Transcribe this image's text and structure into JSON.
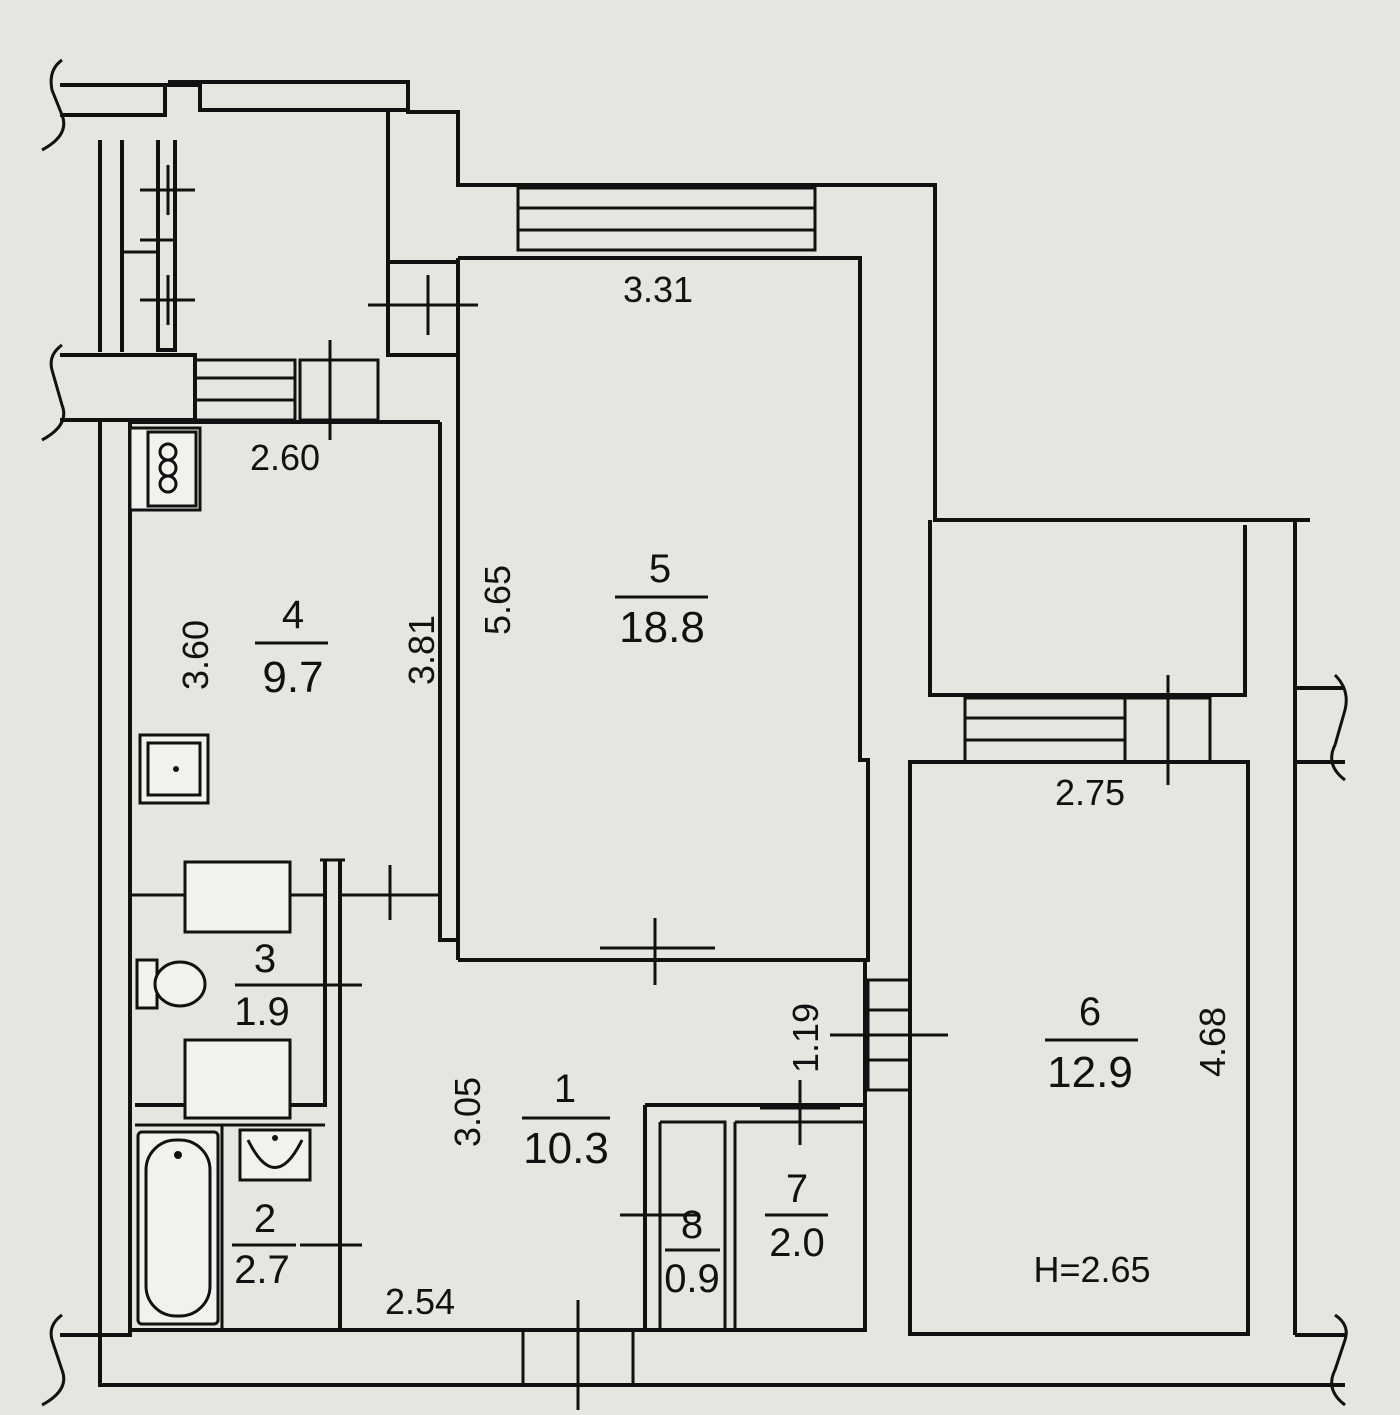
{
  "rooms": [
    {
      "number": "1",
      "area": "10.3"
    },
    {
      "number": "2",
      "area": "2.7"
    },
    {
      "number": "3",
      "area": "1.9"
    },
    {
      "number": "4",
      "area": "9.7"
    },
    {
      "number": "5",
      "area": "18.8"
    },
    {
      "number": "6",
      "area": "12.9"
    },
    {
      "number": "7",
      "area": "2.0"
    },
    {
      "number": "8",
      "area": "0.9"
    }
  ],
  "dimensions": {
    "room5_width": "3.31",
    "room5_length": "5.65",
    "room4_width": "2.60",
    "room4_left": "3.60",
    "room4_right": "3.81",
    "room6_width": "2.75",
    "room6_length": "4.68",
    "hall_width": "2.54",
    "hall_length": "3.05",
    "closet_length": "1.19"
  },
  "ceiling_height": "H=2.65"
}
